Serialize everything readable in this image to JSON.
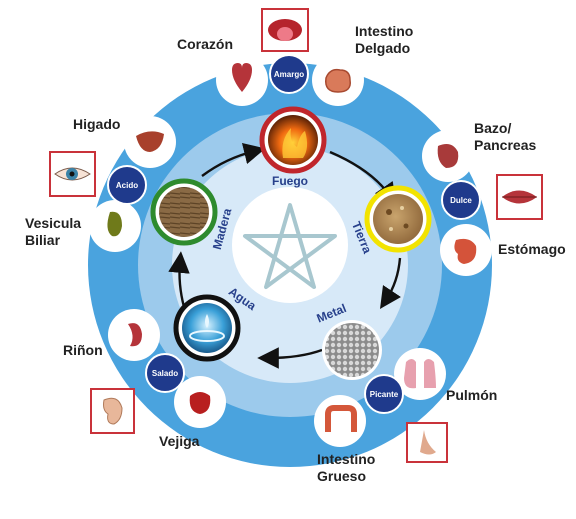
{
  "elements": {
    "fire": "Fuego",
    "earth": "Tierra",
    "metal": "Metal",
    "water": "Agua",
    "wood": "Madera"
  },
  "flavors": {
    "bitter": "Amargo",
    "sweet": "Dulce",
    "pungent": "Picante",
    "salty": "Salado",
    "sour": "Acido"
  },
  "organs": {
    "heart": "Corazón",
    "small_intestine_1": "Intestino",
    "small_intestine_2": "Delgado",
    "spleen_1": "Bazo/",
    "spleen_2": "Pancreas",
    "stomach": "Estómago",
    "lung": "Pulmón",
    "large_intestine_1": "Intestino",
    "large_intestine_2": "Grueso",
    "bladder": "Vejiga",
    "kidney": "Riñon",
    "gallbladder_1": "Vesicula",
    "gallbladder_2": "Biliar",
    "liver": "Higado"
  },
  "colors": {
    "outer_ring": "#4aa3de",
    "middle_ring": "#9ccaec",
    "inner_disc": "#d7e9f8",
    "flavor_badge": "#1f3a8c",
    "element_label": "#27408b",
    "fire_ring": "#c0262c",
    "earth_ring": "#f2e300",
    "wood_ring": "#2e8b2e",
    "water_ring": "#111111",
    "frame_border": "#c9323a"
  }
}
